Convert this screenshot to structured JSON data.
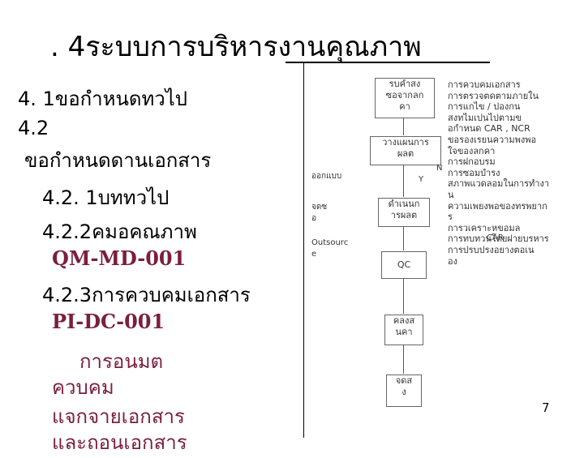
{
  "title": ". 4ระบบการบริหารงานคุณภาพ",
  "left": {
    "l1": "4. 1ขอกำหนดทวไป",
    "l2": "4.2",
    "l3": "ขอกำหนดดานเอกสาร",
    "l4": "4.2. 1บททวไป",
    "l5": "4.2.2คมอคณภาพ",
    "l6": "QM-MD-001",
    "l7": "4.2.3การควบคมเอกสาร",
    "l8": "PI-DC-001",
    "l9": "การอนมต",
    "l10": "ควบคม",
    "l11": "แจกจายเอกสาร",
    "l12": "และถอนเอกสาร"
  },
  "diagram": {
    "design_a": "ออกแบบ",
    "design_b": "จดซ",
    "design_c": "อ",
    "out_a": "Outsourc",
    "out_b": "e",
    "b1_a": "รบคำสง",
    "b1_b": "ซอจากลก",
    "b1_c": "คา",
    "b2_a": "วางแผนการ",
    "b2_b": "ผลต",
    "n": "N",
    "y": "Y",
    "b3_a": "ดำเนนก",
    "b3_b": "ารผลต",
    "b4": "QC",
    "b5_a": "คลงส",
    "b5_b": "นคา",
    "b6_a": "จดส",
    "b6_b": "ง"
  },
  "right": [
    "การควบคมเอกสาร",
    "การตรวจตดตามภายใน",
    "การแกไข / ปองกน",
    "สงทไมเปนไปตามข",
    "อกำหนด CAR , NCR",
    "ขอรองเรยนความพงพอ",
    "ใจของลกคา",
    "การฝกอบรม",
    "การซอมบำรง",
    "สภาพแวดลอมในการทำงา",
    "น",
    "ความเพยงพอของทรพยาก",
    "ร",
    "การวเคราะหขอมล",
    "การทบทวนโดยฝายบรหาร",
    "การปรบปรงอยางตอเน",
    "อง"
  ],
  "overlap_label": "CAR",
  "page_number": "7"
}
